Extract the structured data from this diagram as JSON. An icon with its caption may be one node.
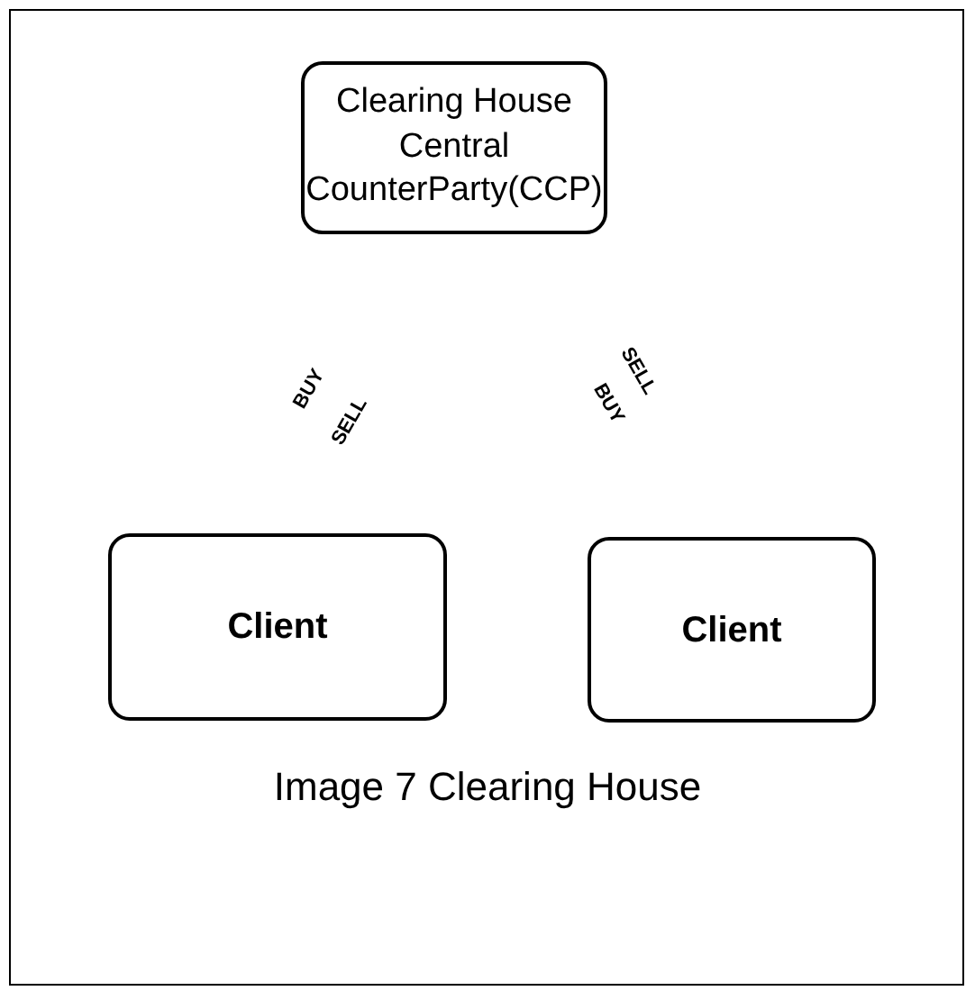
{
  "diagram": {
    "caption": "Image 7 Clearing House",
    "nodes": [
      {
        "text": [
          "Clearing House Central CounterParty(CCP)"
        ]
      },
      {
        "text": [
          "Client"
        ]
      },
      {
        "text": [
          "Client"
        ]
      }
    ],
    "labels": [
      "BUY",
      "SELL",
      "SELL",
      "BUY"
    ]
  }
}
